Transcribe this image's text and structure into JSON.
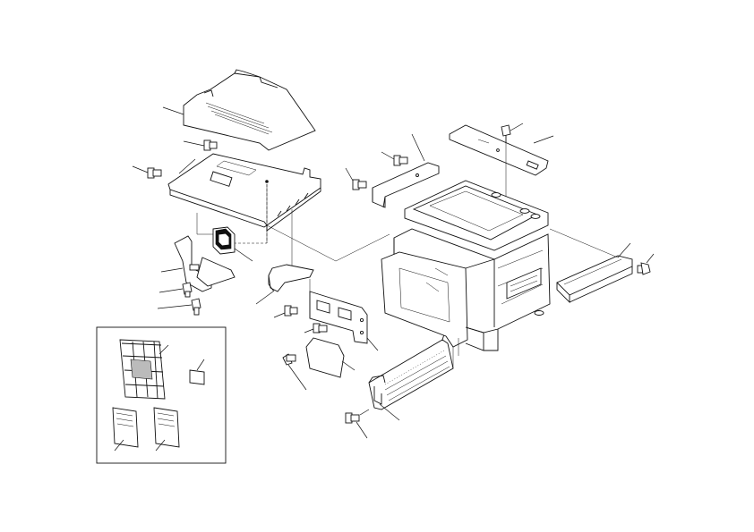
{
  "diagram": {
    "callouts": [],
    "parts": [
      {
        "id": "top-cover",
        "icon": "cover-panel-icon"
      },
      {
        "id": "upper-frame",
        "icon": "frame-plate-icon"
      },
      {
        "id": "rear-bracket",
        "icon": "bracket-icon"
      },
      {
        "id": "opening-frame",
        "icon": "frame-icon"
      },
      {
        "id": "front-bracket-plate",
        "icon": "plate-icon"
      },
      {
        "id": "connector-plate",
        "icon": "plate-icon"
      },
      {
        "id": "small-cover",
        "icon": "plate-icon"
      },
      {
        "id": "guide-rail-left",
        "icon": "rail-icon"
      },
      {
        "id": "top-stay",
        "icon": "stay-icon"
      },
      {
        "id": "right-rail",
        "icon": "rail-icon"
      },
      {
        "id": "lower-guide",
        "icon": "guide-icon"
      },
      {
        "id": "main-unit",
        "icon": "machine-body-icon"
      }
    ],
    "accessories": [
      {
        "id": "decal-sheet",
        "icon": "decal-icon"
      },
      {
        "id": "label",
        "icon": "label-icon"
      },
      {
        "id": "manual-1",
        "icon": "manual-icon"
      },
      {
        "id": "manual-2",
        "icon": "manual-icon"
      }
    ]
  }
}
